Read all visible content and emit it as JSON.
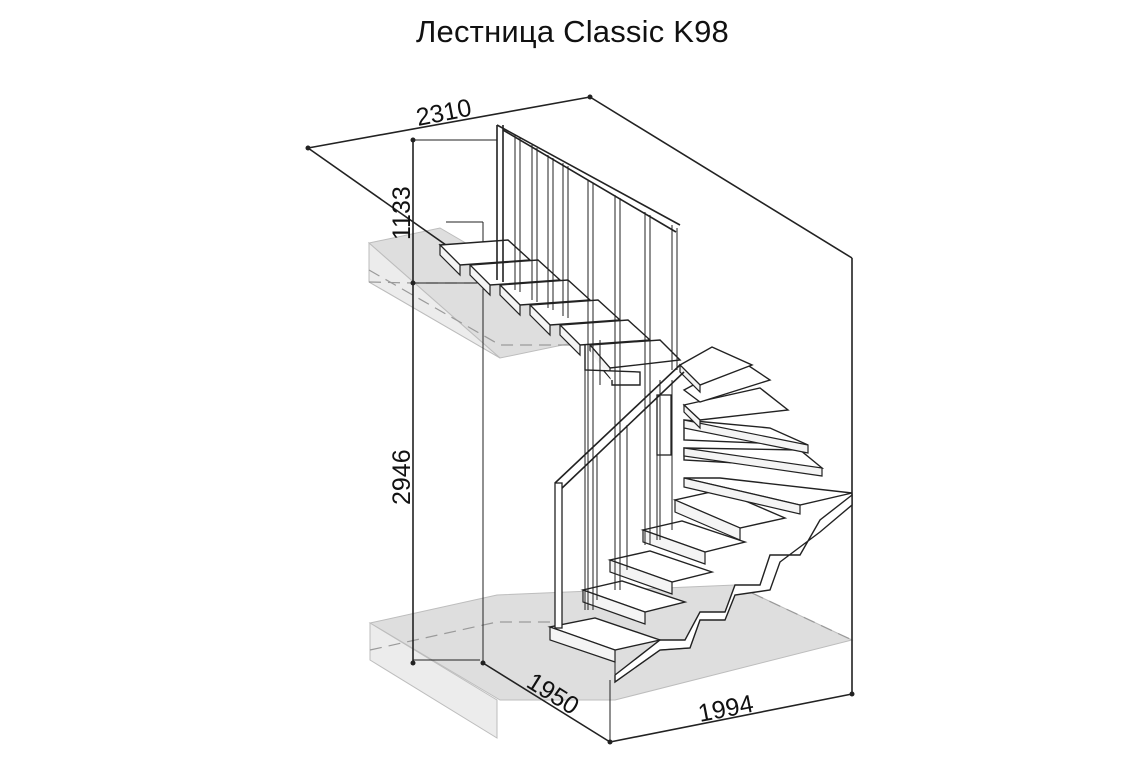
{
  "title": "Лестница Classic K98",
  "dimensions": {
    "top_width": "2310",
    "rail_height": "1133",
    "floor_height": "2946",
    "depth": "1950",
    "width": "1994"
  },
  "colors": {
    "floor_fill": "#dedede",
    "line": "#222222",
    "hidden_line": "#9a9a9a"
  }
}
